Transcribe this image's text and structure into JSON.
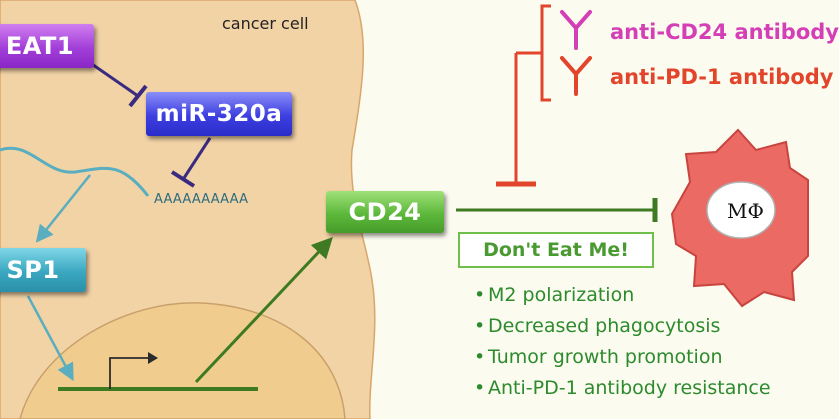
{
  "cell": {
    "label": "cancer cell"
  },
  "nodes": {
    "lncrna": "EAT1",
    "mirna": "miR-320a",
    "polya": "AAAAAAAAAA",
    "tf": "SP1",
    "target": "CD24"
  },
  "antibodies": [
    {
      "label": "anti-CD24 antibody",
      "color": "#d43fb6",
      "icon": "antibody-y-icon"
    },
    {
      "label": "anti-PD-1 antibody",
      "color": "#e2452b",
      "icon": "antibody-y-icon"
    }
  ],
  "signal": {
    "label": "Don't Eat Me!"
  },
  "macrophage": {
    "label": "MΦ",
    "color": "#ec6a64"
  },
  "effects": [
    "M2 polarization",
    "Decreased phagocytosis",
    "Tumor growth promotion",
    "Anti-PD-1 antibody resistance"
  ],
  "colors": {
    "cell_fill": "#f2d3a6",
    "nucleus_fill": "#f0cd8f",
    "lncrna": "#a23ed8",
    "mirna": "#3c3ee0",
    "tf": "#3aa7c0",
    "cd24": "#5cb83a",
    "mrna": "#5aaebf",
    "inhibition_dark": "#3a2a80",
    "block_red": "#e2452b",
    "green_arrow": "#3d7a22"
  }
}
